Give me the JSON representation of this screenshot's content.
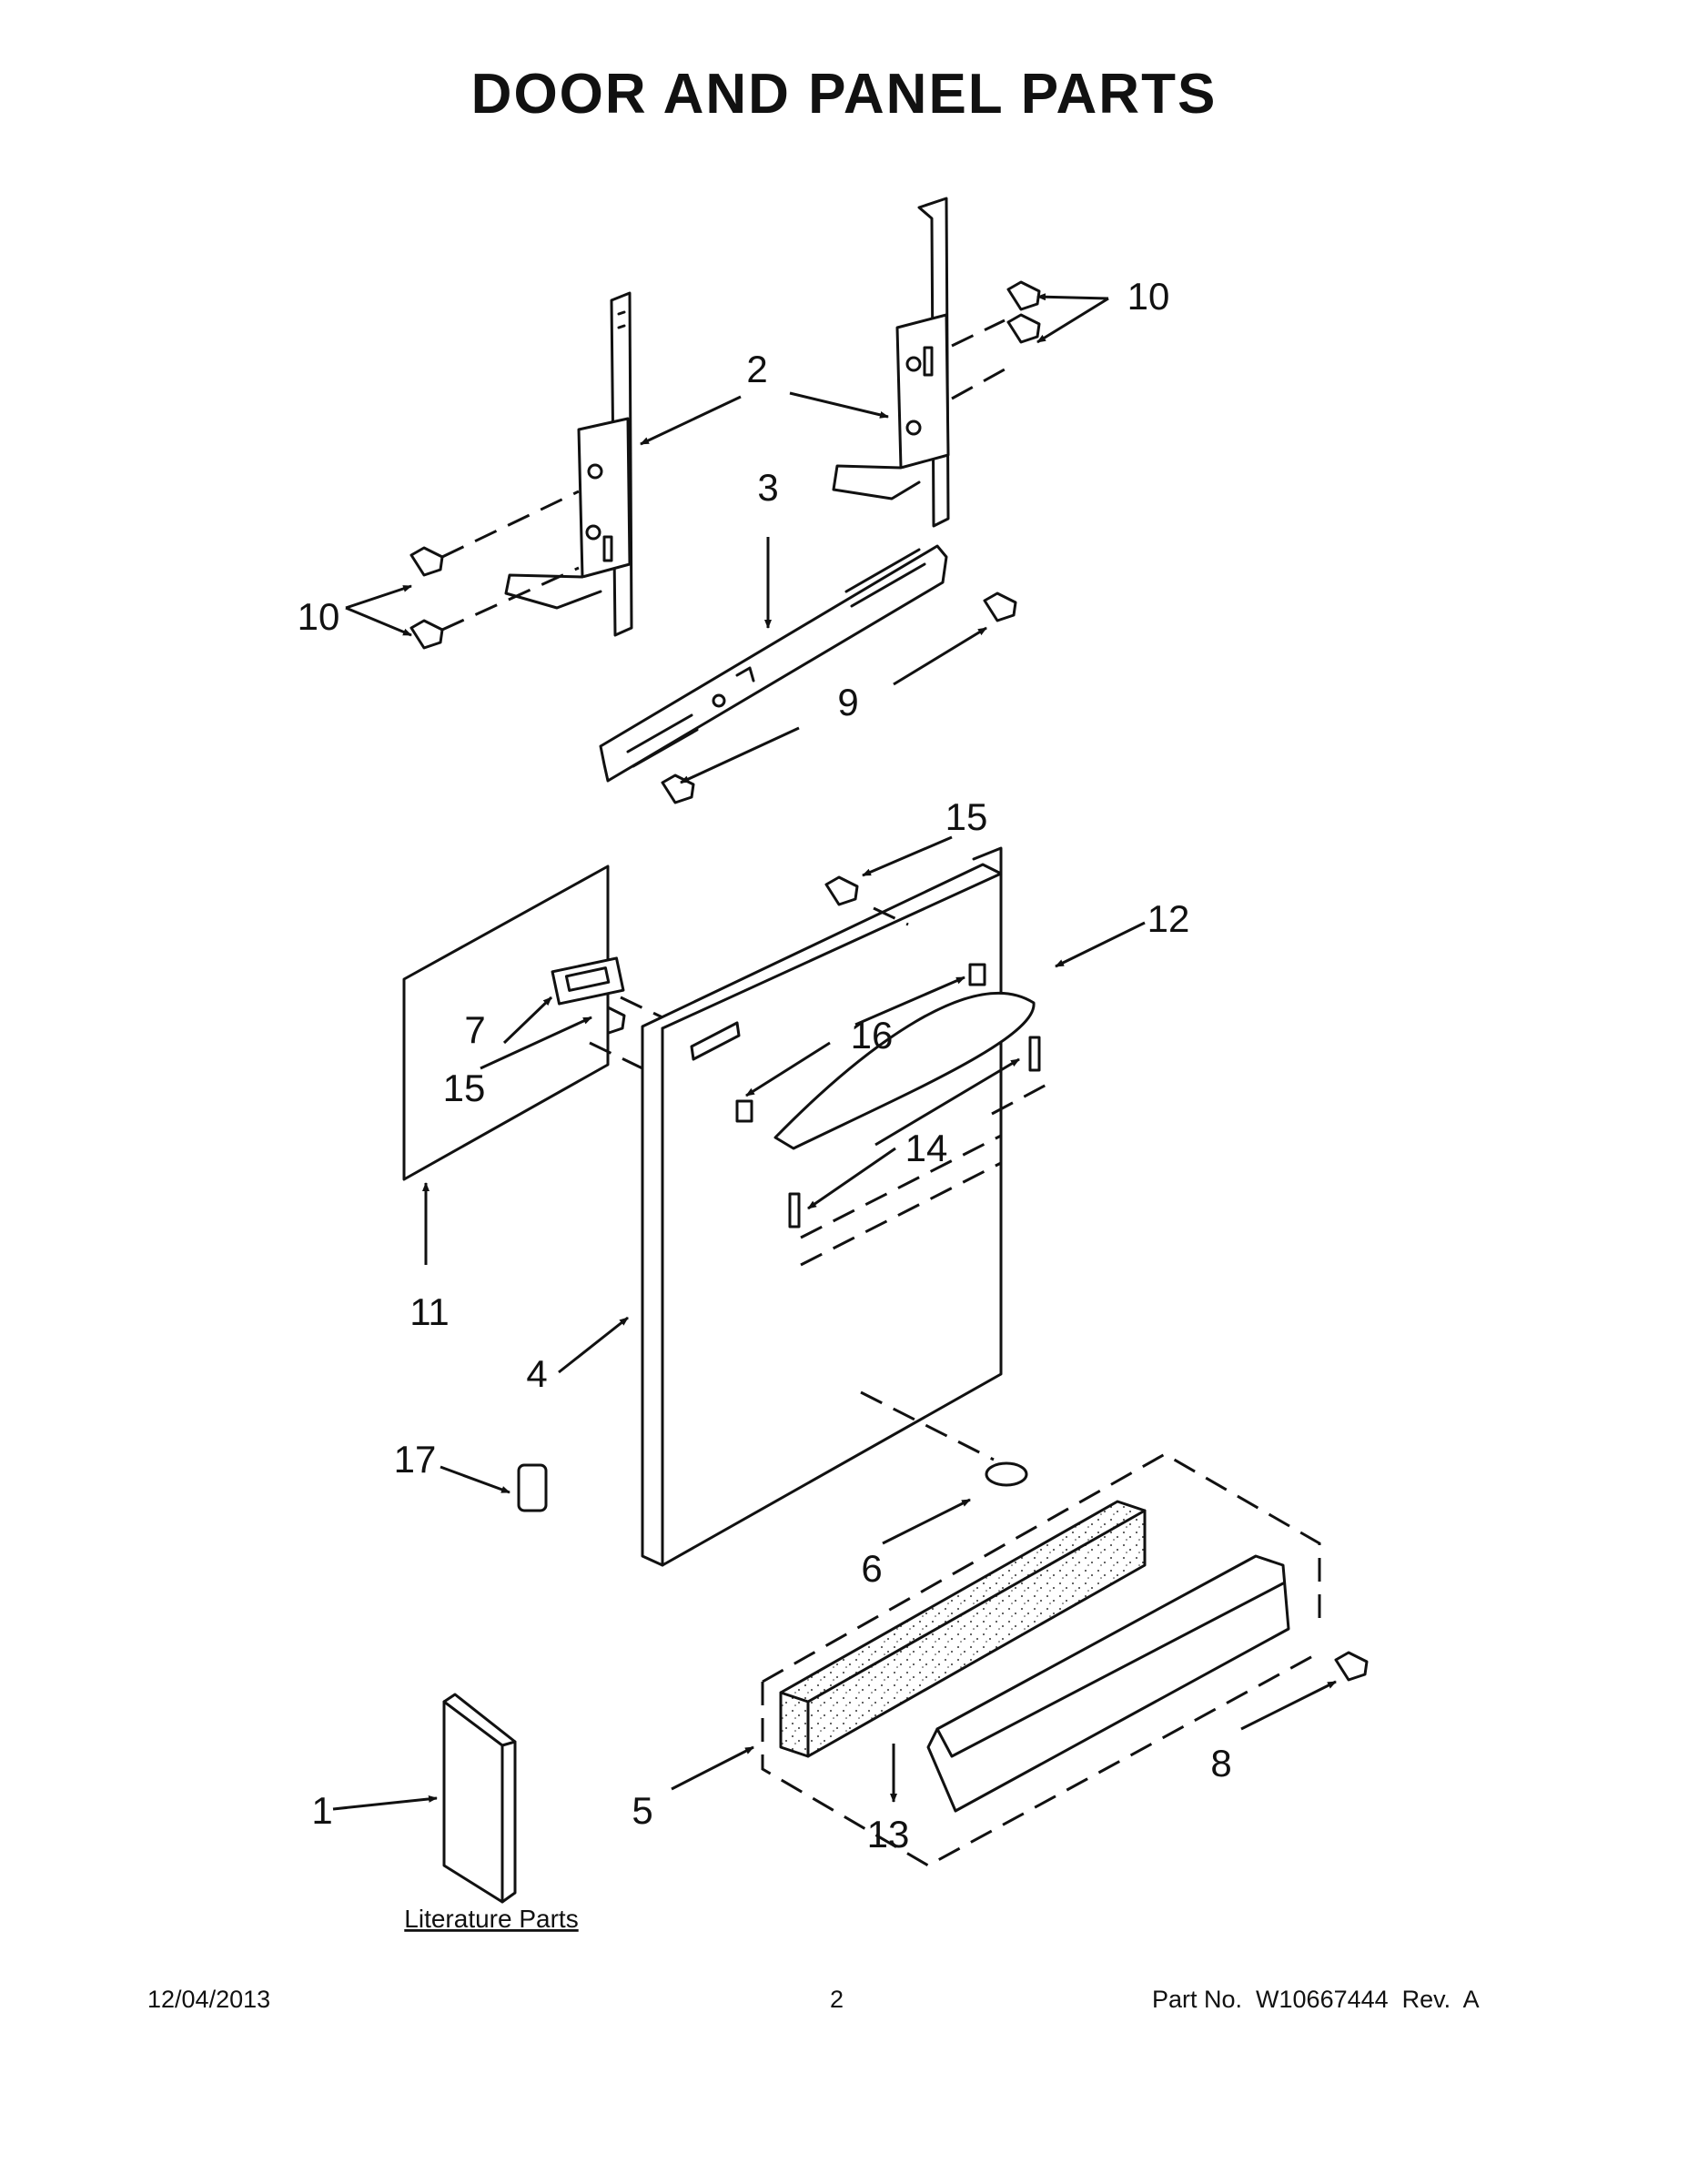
{
  "title": "DOOR AND PANEL PARTS",
  "callouts": {
    "c1": "1",
    "c2": "2",
    "c3": "3",
    "c4": "4",
    "c5": "5",
    "c6": "6",
    "c7": "7",
    "c8": "8",
    "c9": "9",
    "c10a": "10",
    "c10b": "10",
    "c11": "11",
    "c12": "12",
    "c13": "13",
    "c14": "14",
    "c15a": "15",
    "c15b": "15",
    "c16": "16",
    "c17": "17"
  },
  "literature_label": "Literature Parts",
  "footer": {
    "date": "12/04/2013",
    "page": "2",
    "part_no": "Part No.  W10667444  Rev.  A"
  }
}
